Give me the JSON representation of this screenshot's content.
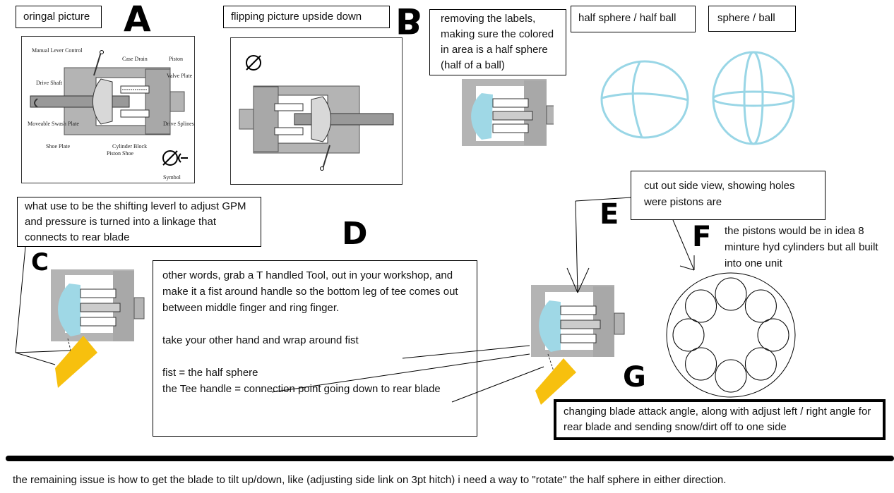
{
  "captions": {
    "A": "oringal picture",
    "B": "flipping picture upside down",
    "B2": "removing the labels, making sure the colored in area is a half sphere (half of a ball)",
    "half_sphere": "half sphere / half ball",
    "sphere": "sphere / ball",
    "C": "what use to be the shifting leverl to adjust GPM and pressure is turned into a linkage that connects to rear blade",
    "D_para1": "other words, grab a T handled Tool, out in your workshop, and make it a fist around handle so the bottom leg of tee comes out between middle finger and ring finger.",
    "D_para2": "take your other hand and wrap around fist",
    "D_para3a": "fist = the half sphere",
    "D_para3b": "the Tee handle = connection point going down to rear blade",
    "E": "cut out side view, showing holes were pistons are",
    "F": "the pistons would be in idea 8 minture hyd cylinders but all built into one unit",
    "G": "changing blade attack angle, along with adjust left / right angle for rear blade and sending snow/dirt off to one side"
  },
  "letters": {
    "A": "A",
    "B": "B",
    "C": "C",
    "D": "D",
    "E": "E",
    "F": "F",
    "G": "G"
  },
  "pump_labels": {
    "manual_lever": "Manual Lever Control",
    "case_drain": "Case Drain",
    "piston": "Piston",
    "valve_plate": "Valve Plate",
    "drive_shaft": "Drive Shaft",
    "swash_plate": "Moveable Swash Plate",
    "drive_splines": "Drive Splines",
    "shoe_plate": "Shoe Plate",
    "cylinder_block": "Cylinder Block",
    "piston_shoe": "Piston Shoe",
    "symbol": "Symbol"
  },
  "piston_count": 8,
  "footer": "the remaining issue is how to get the blade to tilt up/down, like (adjusting side link on 3pt hitch)  i need a way to \"rotate\" the half sphere in either direction.",
  "colors": {
    "half_sphere_fill": "#9fd8e6",
    "sphere_stroke": "#99d6e6",
    "blade": "#f7c00e",
    "pump_gray": "#b4b4b4"
  }
}
